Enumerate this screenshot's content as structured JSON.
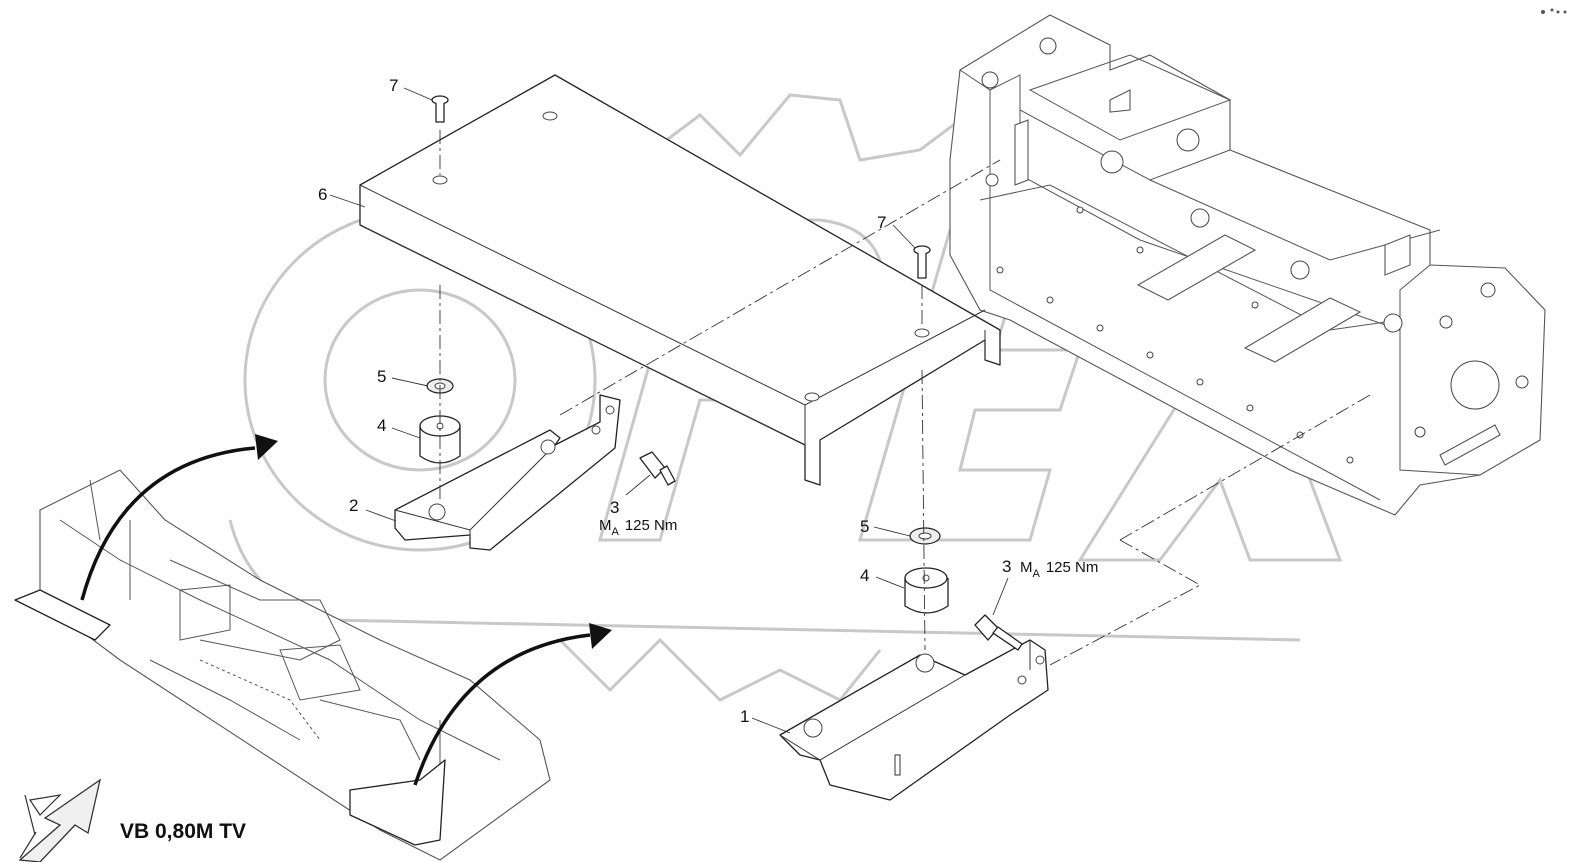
{
  "diagram": {
    "caption": "VB 0,80M TV",
    "watermark": "OPEX",
    "parts": [
      {
        "id": "7a",
        "label": "7"
      },
      {
        "id": "6",
        "label": "6"
      },
      {
        "id": "7b",
        "label": "7"
      },
      {
        "id": "5a",
        "label": "5"
      },
      {
        "id": "4a",
        "label": "4"
      },
      {
        "id": "2",
        "label": "2"
      },
      {
        "id": "3a",
        "label": "3"
      },
      {
        "id": "5b",
        "label": "5"
      },
      {
        "id": "4b",
        "label": "4"
      },
      {
        "id": "3b",
        "label": "3"
      },
      {
        "id": "1",
        "label": "1"
      }
    ],
    "torque": {
      "symbol": "M",
      "subscript": "A",
      "value": "125 Nm"
    }
  }
}
